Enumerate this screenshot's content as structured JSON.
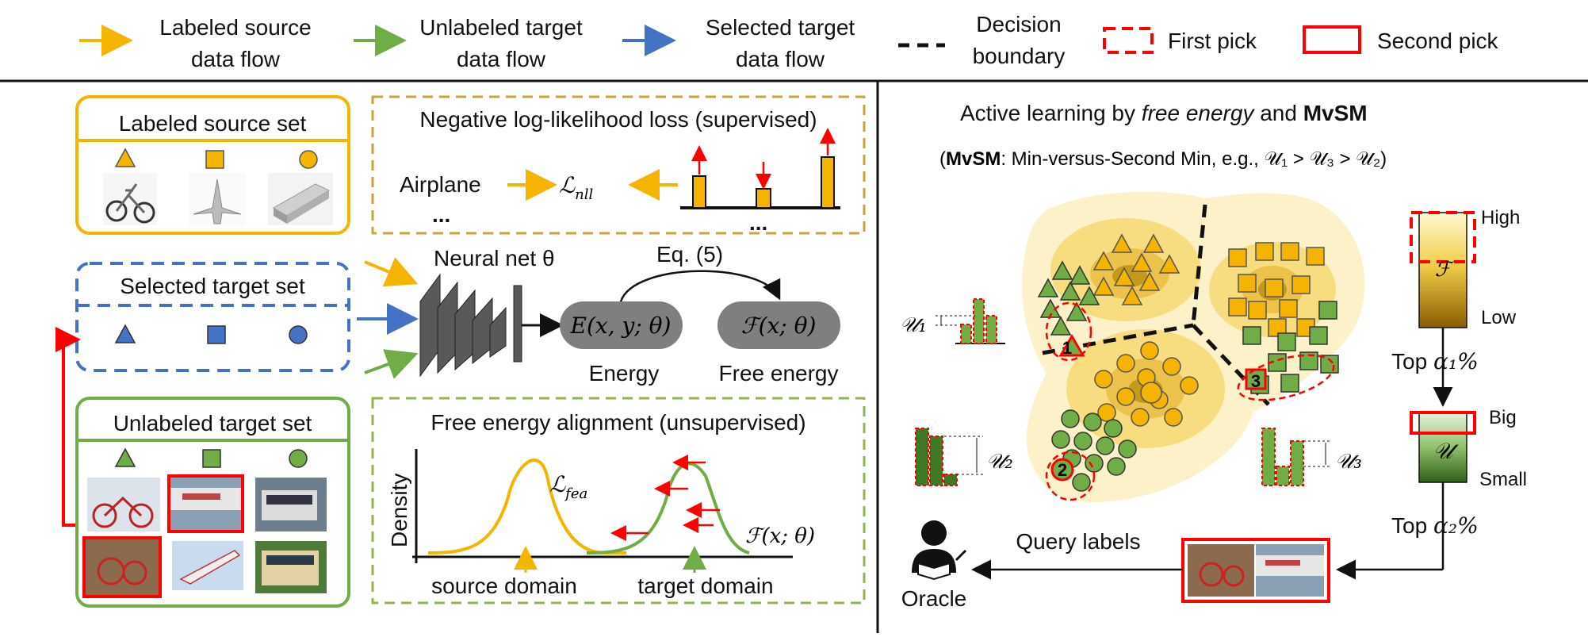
{
  "legend": {
    "labeled_flow": [
      "Labeled source",
      "data flow"
    ],
    "unlabeled_flow": [
      "Unlabeled target",
      "data flow"
    ],
    "selected_flow": [
      "Selected target",
      "data flow"
    ],
    "decision_boundary": [
      "Decision",
      "boundary"
    ],
    "first_pick": "First pick",
    "second_pick": "Second pick"
  },
  "colors": {
    "source": "#f5b400",
    "target": "#70ad47",
    "selected": "#4472c4",
    "pick": "#ff0000",
    "energy_node": "#7f7f7f"
  },
  "left": {
    "labeled_set_title": "Labeled source set",
    "selected_set_title": "Selected target set",
    "unlabeled_set_title": "Unlabeled target set",
    "nll_title": "Negative log-likelihood loss (supervised)",
    "nll_class": "Airplane",
    "nll_symbol": "ℒ",
    "nll_sub": "nll",
    "ellipsis": "...",
    "network_label": "Neural net θ",
    "eq_label": "Eq. (5)",
    "energy_expr": "E(x, y; θ)",
    "free_energy_expr": "ℱ(x; θ)",
    "energy_caption": "Energy",
    "free_energy_caption": "Free energy",
    "fea_title": "Free energy alignment (unsupervised)",
    "fea_ylabel": "Density",
    "fea_symbol": "ℒ",
    "fea_sub": "fea",
    "fea_xlabel": "ℱ(x; θ)",
    "source_domain": "source domain",
    "target_domain": "target domain"
  },
  "right": {
    "title_parts": [
      "Active learning by ",
      "free energy",
      " and ",
      "MvSM"
    ],
    "subtitle_parts": [
      "(",
      "MvSM",
      ": Min-versus-Second Min, e.g., 𝒰₁ > 𝒰₃ > 𝒰₂)"
    ],
    "u1": "𝒰₁",
    "u2": "𝒰₂",
    "u3": "𝒰₃",
    "pick1": "1",
    "pick2": "2",
    "pick3": "3",
    "f_symbol": "ℱ",
    "u_symbol": "𝒰",
    "high": "High",
    "low": "Low",
    "big": "Big",
    "small": "Small",
    "top1_text": "Top ",
    "top1_alpha": "α₁%",
    "top2_text": "Top ",
    "top2_alpha": "α₂%",
    "query": "Query labels",
    "oracle": "Oracle"
  }
}
